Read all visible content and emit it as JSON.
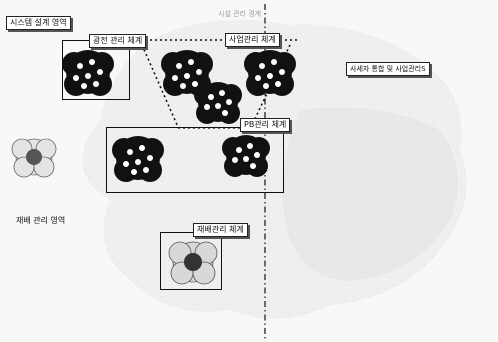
{
  "labels": {
    "system_area": "시스템 설계 영역",
    "top_left_box": "광전 관리 체계",
    "top_right_box": "사업관리 체계",
    "right_label": "사세자 통합 및 사업관리S",
    "middle_box": "PB관리 체계",
    "left_area": "재배 관리 영역",
    "bottom_box": "재배관리 체계",
    "top_faint": "시설 관리 경계"
  },
  "colors": {
    "cluster_dark": "#111111",
    "cluster_dot": "#ffffff",
    "frame": "#111111",
    "light_blob": "#e6e6e6"
  },
  "icons": [
    "flower-cluster-icon",
    "dashed-line",
    "dash-dot-divider"
  ]
}
